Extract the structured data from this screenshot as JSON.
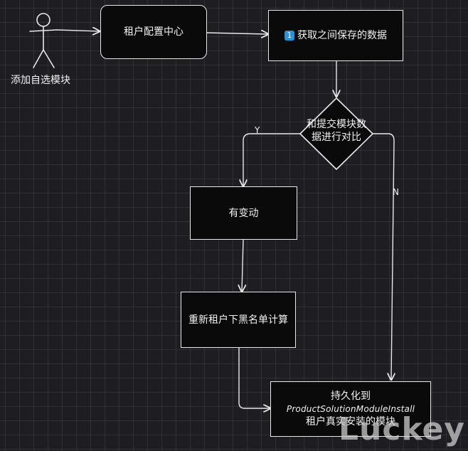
{
  "actor": {
    "label": "添加自选模块",
    "icon": "stick-figure-icon"
  },
  "nodes": {
    "tenant_config": "租户配置中心",
    "fetch_saved_badge": "1",
    "fetch_saved": "获取之间保存的数据",
    "compare_line1": "和提交模块数",
    "compare_line2": "据进行对比",
    "changed": "有变动",
    "recalc": "重新租户下黑名单计算",
    "persist_line1": "持久化到",
    "persist_line2": "ProductSolutionModuleInstall",
    "persist_line3": "租户真实安装的模块"
  },
  "edges": {
    "yes_label": "Y",
    "no_label": "N"
  },
  "watermark": "Luckey",
  "colors": {
    "background": "#1e1e22",
    "node_fill": "#0a0a0b",
    "stroke": "#e8e8e8",
    "badge": "#2d8fd8"
  }
}
